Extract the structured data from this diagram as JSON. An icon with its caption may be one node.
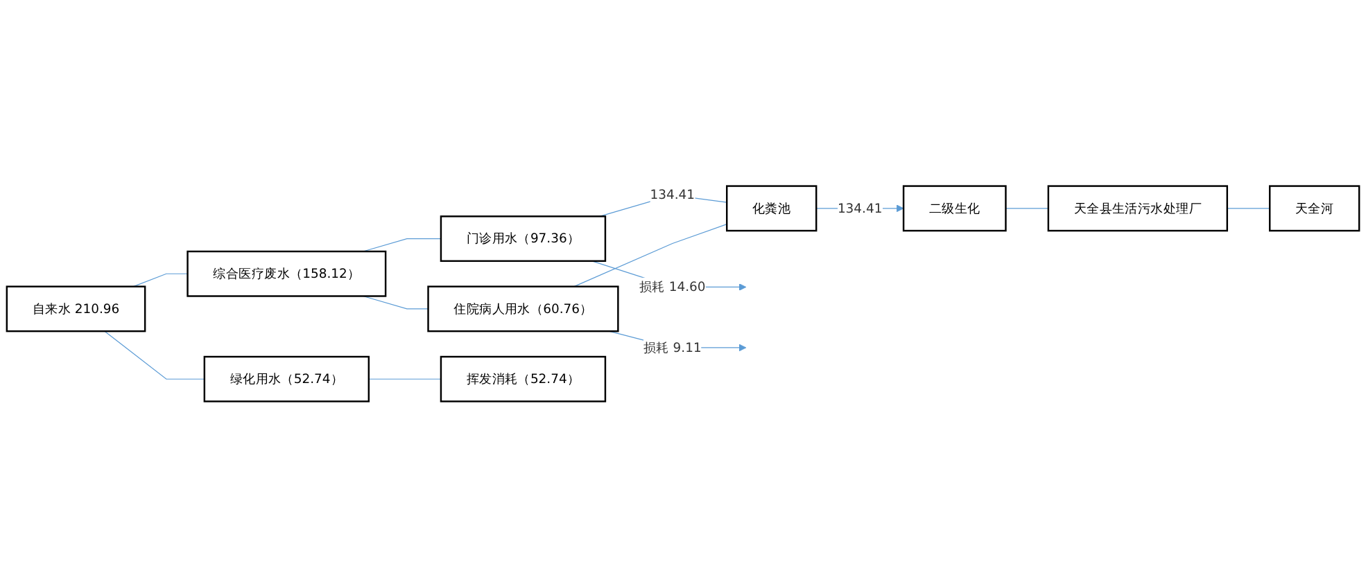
{
  "diagram": {
    "nodes": [
      {
        "text": [
          "自来水 210.96"
        ]
      },
      {
        "text": [
          "综合医疗废水（158.12）"
        ]
      },
      {
        "text": [
          "门诊用水（97.36）"
        ]
      },
      {
        "text": [
          "住院病人用水（60.76）"
        ]
      },
      {
        "text": [
          "化粪池"
        ]
      },
      {
        "text": [
          "二级生化"
        ]
      },
      {
        "text": [
          "天全县生活污水处理厂"
        ]
      },
      {
        "text": [
          "天全河"
        ]
      },
      {
        "text": [
          "绿化用水（52.74）"
        ]
      },
      {
        "text": [
          "挥发消耗（52.74）"
        ]
      }
    ],
    "edges": [
      {
        "from": 0,
        "to": 1,
        "arrow": "none"
      },
      {
        "from": 0,
        "to": 8,
        "arrow": "none"
      },
      {
        "from": 1,
        "to": 2,
        "arrow": "none"
      },
      {
        "from": 1,
        "to": 3,
        "arrow": "none"
      },
      {
        "from": 2,
        "to": null,
        "arrow": "to",
        "label": "损耗 14.60"
      },
      {
        "from": 3,
        "to": null,
        "arrow": "to",
        "label": "损耗 9.11"
      },
      {
        "from": 2,
        "to": 4,
        "arrow": "none",
        "label": "134.41"
      },
      {
        "from": 3,
        "to": 4,
        "arrow": "none"
      },
      {
        "from": 4,
        "to": 5,
        "arrow": "to",
        "label": "134.41"
      },
      {
        "from": 5,
        "to": 6,
        "arrow": "none"
      },
      {
        "from": 6,
        "to": 7,
        "arrow": "none"
      },
      {
        "from": 8,
        "to": 9,
        "arrow": "none"
      }
    ]
  }
}
